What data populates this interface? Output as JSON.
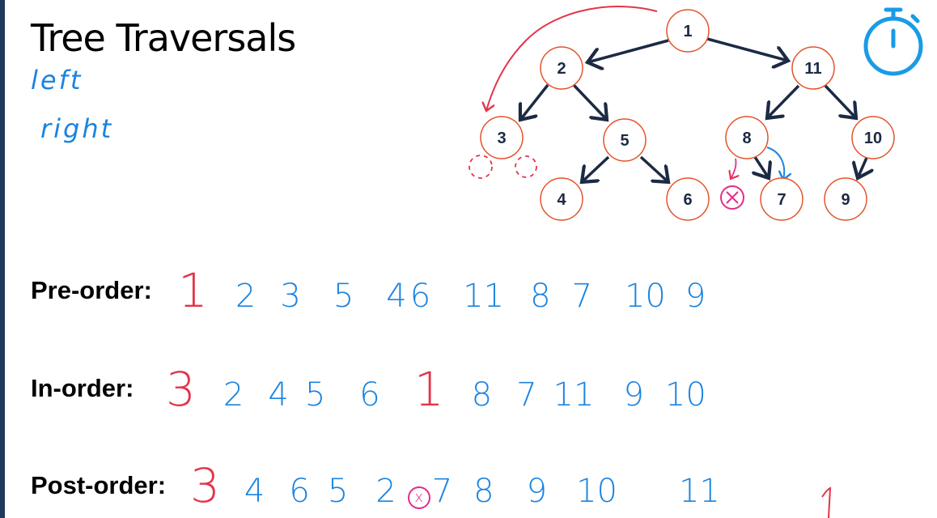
{
  "title": "Tree Traversals",
  "notes": {
    "left": "left",
    "right": "right"
  },
  "tree": {
    "nodes": [
      "1",
      "2",
      "11",
      "3",
      "5",
      "8",
      "10",
      "4",
      "6",
      "7",
      "9"
    ],
    "null_marker": "x"
  },
  "traversals": [
    {
      "label": "Pre-order:",
      "sequence": [
        "1",
        "2",
        "3",
        "5",
        "4",
        "6",
        "11",
        "8",
        "7",
        "10",
        "9"
      ]
    },
    {
      "label": "In-order:",
      "sequence": [
        "3",
        "2",
        "4",
        "5",
        "6",
        "1",
        "8",
        "7",
        "11",
        "9",
        "10"
      ]
    },
    {
      "label": "Post-order:",
      "sequence": [
        "3",
        "4",
        "6",
        "5",
        "2",
        "x",
        "7",
        "8",
        "9",
        "10",
        "11"
      ]
    }
  ],
  "colors": {
    "ink_blue": "#1b84e0",
    "ink_red": "#e3344a",
    "node_border": "#e4532a",
    "edge": "#1c2a44",
    "timer": "#1a9be6"
  },
  "icons": {
    "timer": "stopwatch-icon"
  }
}
